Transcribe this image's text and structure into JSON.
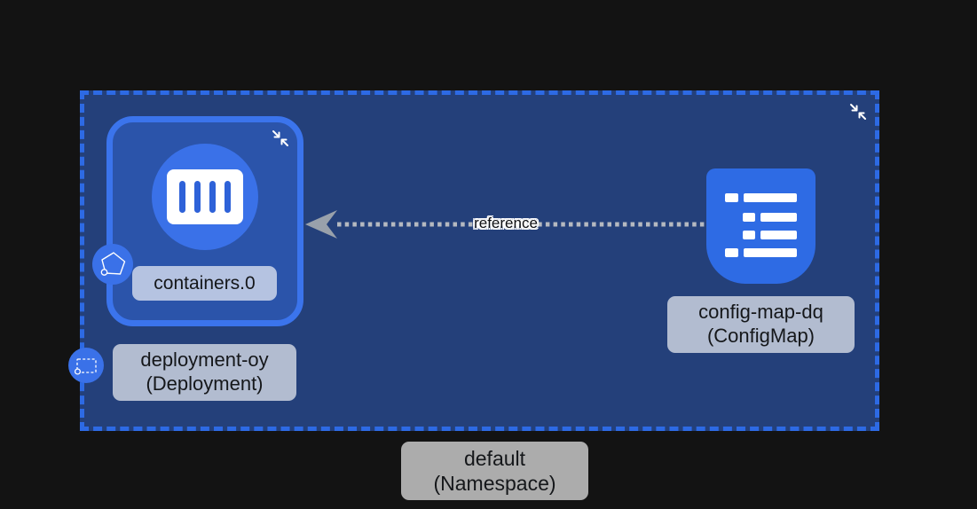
{
  "colors": {
    "background": "#131313",
    "namespace_fill": "#24407a",
    "namespace_border": "#2d6ae4",
    "deployment_fill": "#2b54aa",
    "deployment_border": "#3b74ec",
    "node_circle_fill": "#3a71e8",
    "configmap_fill": "#2e6be4",
    "badge_bg": "rgba(255,255,255,0.65)",
    "badge_text": "#15171a",
    "edge_dot_color": "#b5b9c0",
    "edge_arrow_color": "#99a1ab"
  },
  "namespace": {
    "name": "default",
    "kind": "(Namespace)"
  },
  "deployment": {
    "name": "deployment-oy",
    "kind": "(Deployment)"
  },
  "container": {
    "label": "containers.0"
  },
  "configmap": {
    "name": "config-map-dq",
    "kind": "(ConfigMap)"
  },
  "edge": {
    "label": "reference"
  },
  "icons": {
    "namespace_collapse": "collapse-arrows-icon",
    "deployment_collapse": "collapse-arrows-icon",
    "pod_badge": "pod-pentagon-icon",
    "deployment_badge": "deployment-dashed-rect-icon",
    "container_node": "container-icon",
    "configmap_node": "configmap-list-icon",
    "edge_arrow": "arrowhead-left-icon"
  }
}
